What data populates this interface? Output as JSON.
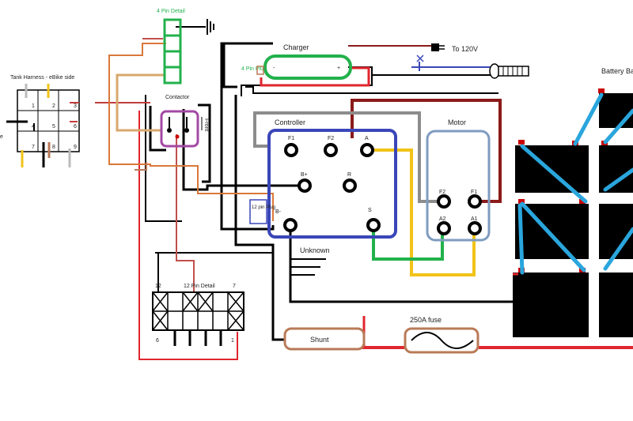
{
  "labels": {
    "pin4_detail": "4 Pin Detail",
    "charger": "Charger",
    "plug4": "4 Pin Plug",
    "minus": "-",
    "plus": "+",
    "to120": "To 120V",
    "tank_harness": "Tank Harness - eBike side",
    "contactor": "Contactor",
    "front": "Front",
    "controller": "Controller",
    "motor": "Motor",
    "battery_bank": "Battery Ba",
    "plug12": "12 pin Plug",
    "unknown": "Unknown",
    "pin12_detail": "12 Pin Detail",
    "shunt": "Shunt",
    "fuse": "250A fuse",
    "edge_e": "e"
  },
  "harness_pins": [
    "1",
    "2",
    "3",
    "4",
    "5",
    "6",
    "7",
    "8",
    "9"
  ],
  "plug12_pins": [
    "12",
    "7",
    "6",
    "1"
  ],
  "controller_terminals": [
    "F1",
    "F2",
    "A",
    "B+",
    "R",
    "B-",
    "S"
  ],
  "motor_terminals": [
    "F2",
    "F1",
    "A2",
    "A1"
  ],
  "colors": {
    "black": "#000000",
    "red": "#e0262e",
    "darkred": "#8b1a1a",
    "yellow": "#f2c318",
    "green": "#22b14c",
    "gray": "#8c8c8c",
    "blue": "#3a46b8",
    "motor_blue": "#7f9bc0",
    "brown": "#b97a57",
    "orange": "#d9783a",
    "tan": "#d8a86c",
    "purple": "#a349a4",
    "cyan": "#2aa6dd",
    "light_green": "#62c462"
  }
}
